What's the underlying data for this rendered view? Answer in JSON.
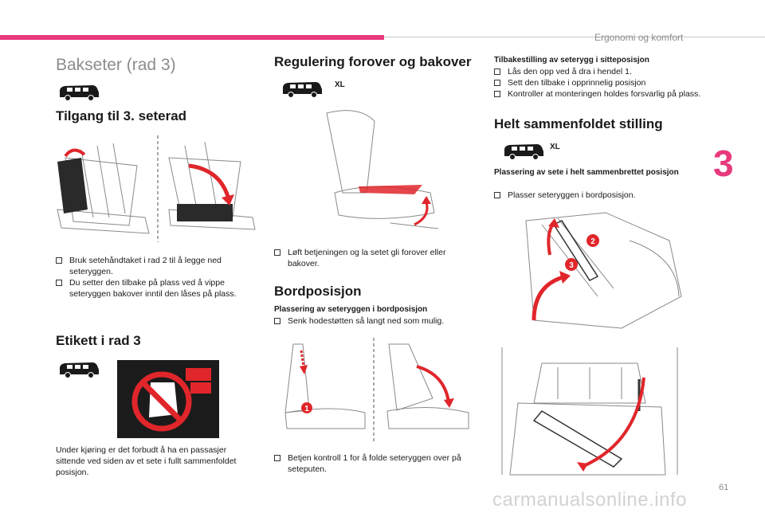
{
  "header": {
    "section_title": "Ergonomi og komfort",
    "chapter_number": "3",
    "page_number": "61"
  },
  "col1": {
    "page_title": "Bakseter (rad 3)",
    "access_heading": "Tilgang til 3. seterad",
    "access_bullets": [
      "Bruk setehåndtaket i rad 2 til å legge ned seteryggen.",
      "Du setter den tilbake på plass ved å vippe seteryggen bakover inntil den låses på plass."
    ],
    "label_heading": "Etikett i rad 3",
    "label_text": "Under kjøring er det forbudt å ha en passasjer sittende ved siden av et sete i fullt sammenfoldet posisjon."
  },
  "col2": {
    "adjust_heading": "Regulering forover og bakover",
    "adjust_xl": "XL",
    "adjust_bullets": [
      "Løft betjeningen og la setet gli forover eller bakover."
    ],
    "table_heading": "Bordposisjon",
    "table_sub": "Plassering av seteryggen i bordposisjon",
    "table_bullets": [
      "Senk hodestøtten så langt ned som mulig."
    ],
    "table_bullets2": [
      "Betjen kontroll 1 for å folde seteryggen over på seteputen."
    ],
    "callout_1": "1"
  },
  "col3": {
    "back_sub": "Tilbakestilling av seterygg i sitteposisjon",
    "back_bullets": [
      "Lås den opp ved å dra i hendel 1.",
      "Sett den tilbake i opprinnelig posisjon",
      "Kontroller at monteringen holdes forsvarlig på plass."
    ],
    "folded_heading": "Helt sammenfoldet stilling",
    "folded_xl": "XL",
    "folded_sub": "Plassering av sete i helt sammenbrettet posisjon",
    "folded_bullets": [
      "Plasser seteryggen i bordposisjon."
    ],
    "callout_2": "2",
    "callout_3": "3"
  },
  "watermark": "carmanualsonline.info",
  "colors": {
    "accent": "#e8397d",
    "arrow_red": "#e0262b",
    "heading_grey": "#8c8c8c"
  }
}
